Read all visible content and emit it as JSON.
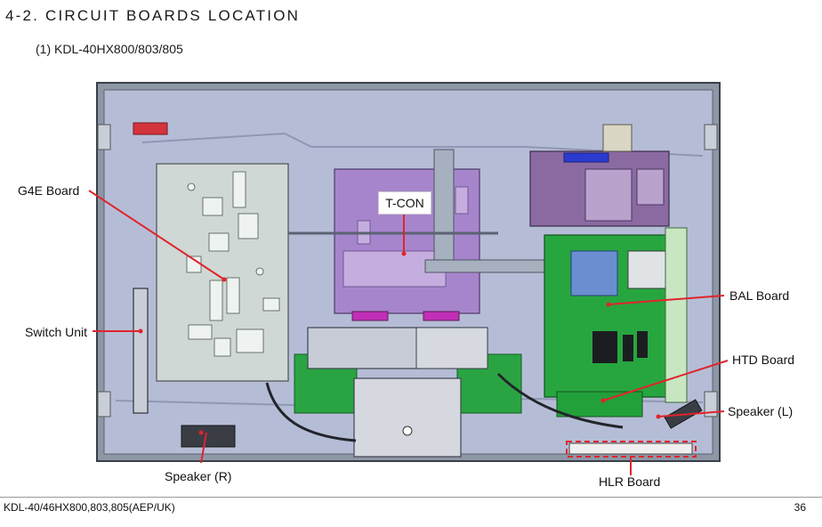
{
  "document": {
    "section_title": "4-2. CIRCUIT BOARDS LOCATION",
    "model_subtitle": "(1) KDL-40HX800/803/805"
  },
  "labels": {
    "g4e_board": "G4E Board",
    "switch_unit": "Switch Unit",
    "speaker_r": "Speaker (R)",
    "t_con": "T-CON",
    "bal_board": "BAL Board",
    "htd_board": "HTD Board",
    "speaker_l": "Speaker (L)",
    "hlr_board": "HLR Board"
  },
  "footer": {
    "model_text": "KDL-40/46HX800,803,805(AEP/UK)",
    "page_number": "36"
  },
  "colors": {
    "chassis": "#aab4c4",
    "panel": "#b7bfd8",
    "g4e_board": "#c8d2d0",
    "tcon_board": "#a883cf",
    "bal_board": "#24a03c",
    "htd_board": "#1f9a38",
    "leader_lines": "#e0242c"
  }
}
